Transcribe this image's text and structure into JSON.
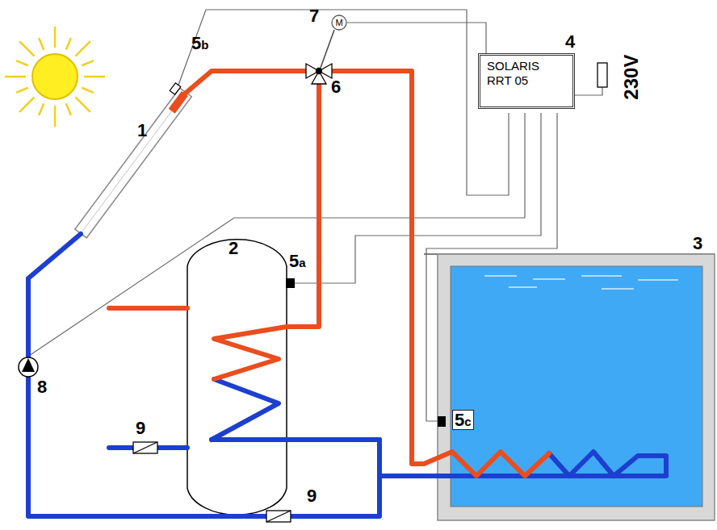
{
  "diagram": {
    "nodes": [
      {
        "text": [
          "M"
        ]
      },
      {
        "text": [
          "SOLARIS RRT 05"
        ]
      }
    ],
    "edges": [
      {
        "from": 1,
        "to": 0,
        "arrow": "none"
      }
    ],
    "labels": [
      "7",
      "5b",
      "4",
      "6",
      "1",
      "5a",
      "2",
      "230V",
      "3",
      "8",
      "5c",
      "9",
      "9"
    ]
  }
}
